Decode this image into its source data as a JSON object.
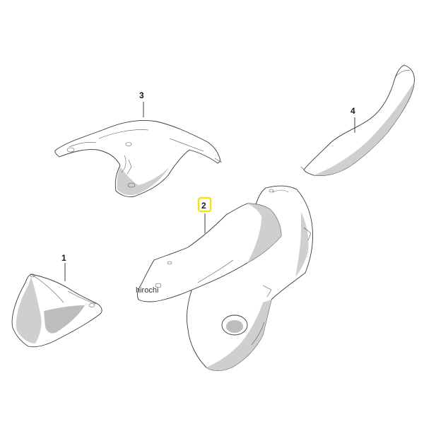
{
  "callouts": {
    "part_1": "1",
    "part_2": "2",
    "part_3": "3",
    "part_4": "4"
  },
  "highlight_color": "#f5e21b",
  "watermark": "hirochi"
}
